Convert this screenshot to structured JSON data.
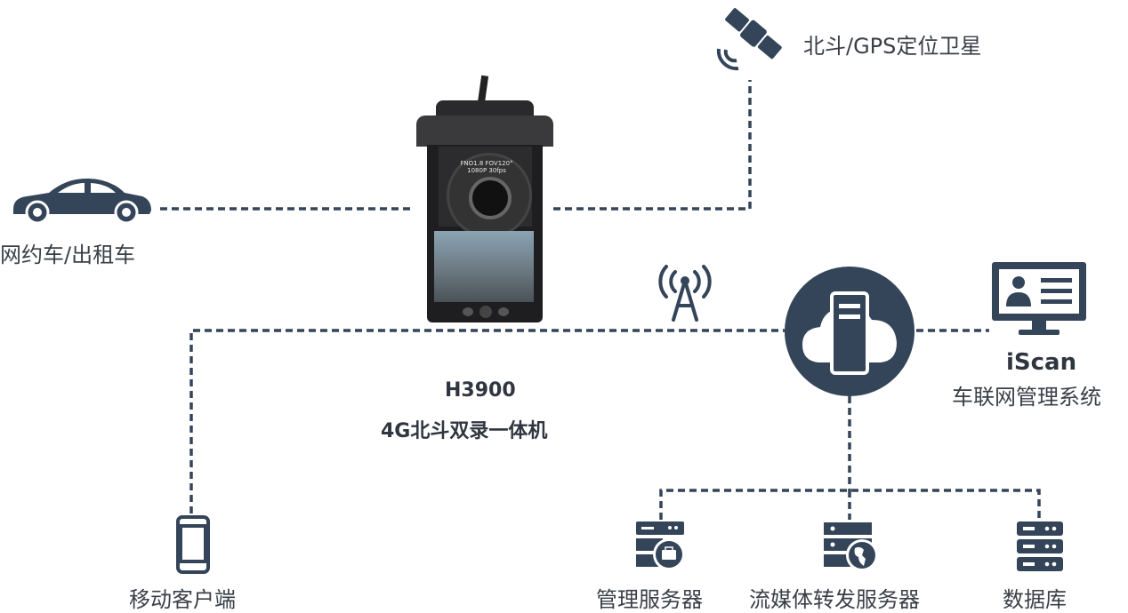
{
  "colors": {
    "icon": "#344459",
    "line": "#344459"
  },
  "nodes": {
    "satellite": {
      "label": "北斗/GPS定位卫星",
      "icon": "satellite-icon"
    },
    "car": {
      "label": "网约车/出租车",
      "icon": "car-icon"
    },
    "device": {
      "model": "H3900",
      "desc": "4G北斗双录一体机",
      "lens_text": "FNO1.8 FOV120° 1080P 30fps"
    },
    "tower": {
      "icon": "signal-tower-icon"
    },
    "cloud": {
      "icon": "cloud-server-icon"
    },
    "iscan": {
      "title": "iScan",
      "label": "车联网管理系统",
      "icon": "monitor-icon"
    },
    "mobile": {
      "label": "移动客户端",
      "icon": "phone-icon"
    },
    "mgmt": {
      "label": "管理服务器",
      "icon": "management-server-icon"
    },
    "stream": {
      "label": "流媒体转发服务器",
      "icon": "streaming-server-icon"
    },
    "db": {
      "label": "数据库",
      "icon": "database-icon"
    }
  }
}
